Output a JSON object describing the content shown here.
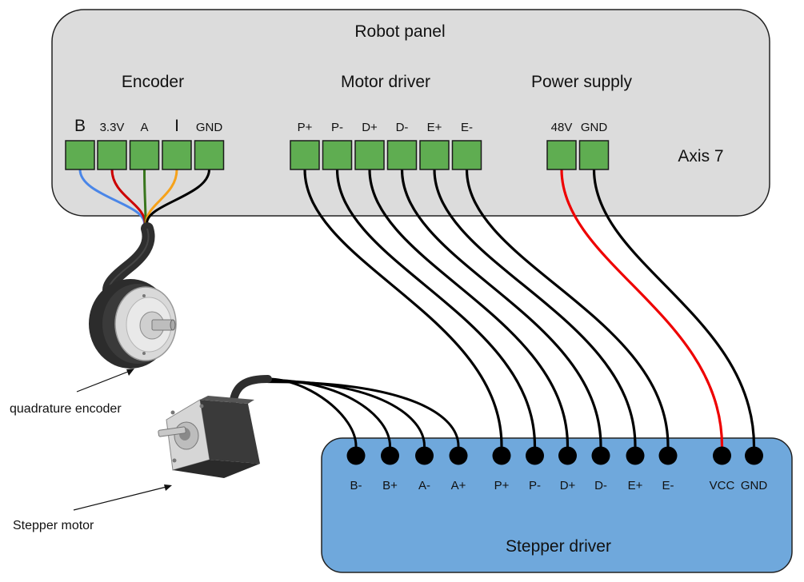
{
  "robot_panel": {
    "title": "Robot panel",
    "axis_label": "Axis 7",
    "groups": {
      "encoder": "Encoder",
      "motor_driver": "Motor driver",
      "power_supply": "Power supply"
    },
    "encoder_pins": [
      "B",
      "3.3V",
      "A",
      "I",
      "GND"
    ],
    "motor_driver_pins": [
      "P+",
      "P-",
      "D+",
      "D-",
      "E+",
      "E-"
    ],
    "power_pins": [
      "48V",
      "GND"
    ],
    "terminal_color": "#5fad51"
  },
  "stepper_driver": {
    "title": "Stepper driver",
    "pins": [
      "B-",
      "B+",
      "A-",
      "A+",
      "P+",
      "P-",
      "D+",
      "D-",
      "E+",
      "E-",
      "VCC",
      "GND"
    ],
    "fill_color": "#6fa8dc"
  },
  "components": {
    "encoder_label": "quadrature encoder",
    "motor_label": "Stepper motor"
  },
  "wire_colors": {
    "encoder": [
      "#4a86e8",
      "#cc0000",
      "#38761d",
      "#f6a21a",
      "#000000"
    ],
    "signal": "#000000",
    "power_positive": "#ee0000"
  }
}
